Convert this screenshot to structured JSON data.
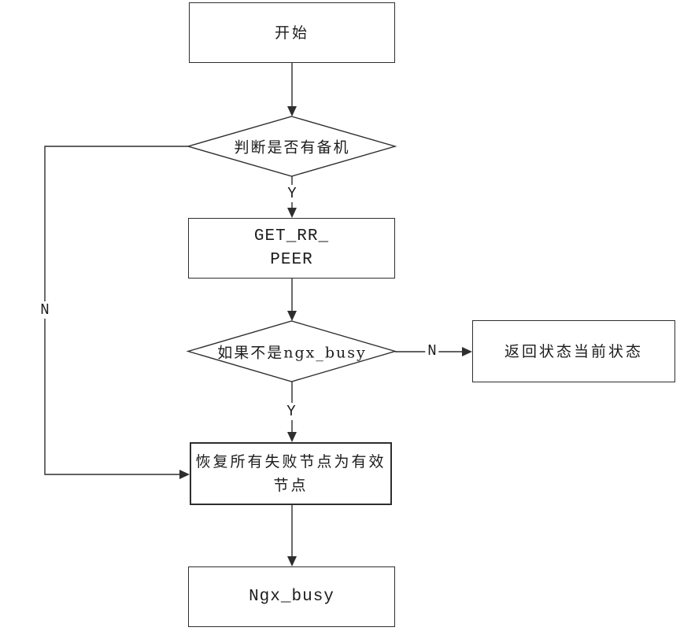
{
  "flowchart": {
    "nodes": {
      "start": {
        "label": "开始"
      },
      "check_backup": {
        "label": "判断是否有备机"
      },
      "get_rr_peer": {
        "label": "GET_RR_\nPEER"
      },
      "check_ngx_busy": {
        "label": "如果不是ngx_busy"
      },
      "return_status": {
        "label": "返回状态当前状态"
      },
      "recover_nodes": {
        "label": "恢复所有失败节点为有效\n节点"
      },
      "ngx_busy": {
        "label": "Ngx_busy"
      }
    },
    "edge_labels": {
      "backup_yes": "Y",
      "backup_no": "N",
      "busy_yes": "Y",
      "busy_no": "N"
    },
    "colors": {
      "line": "#2e2e2e",
      "text": "#1c1c1c",
      "background": "#ffffff"
    }
  }
}
